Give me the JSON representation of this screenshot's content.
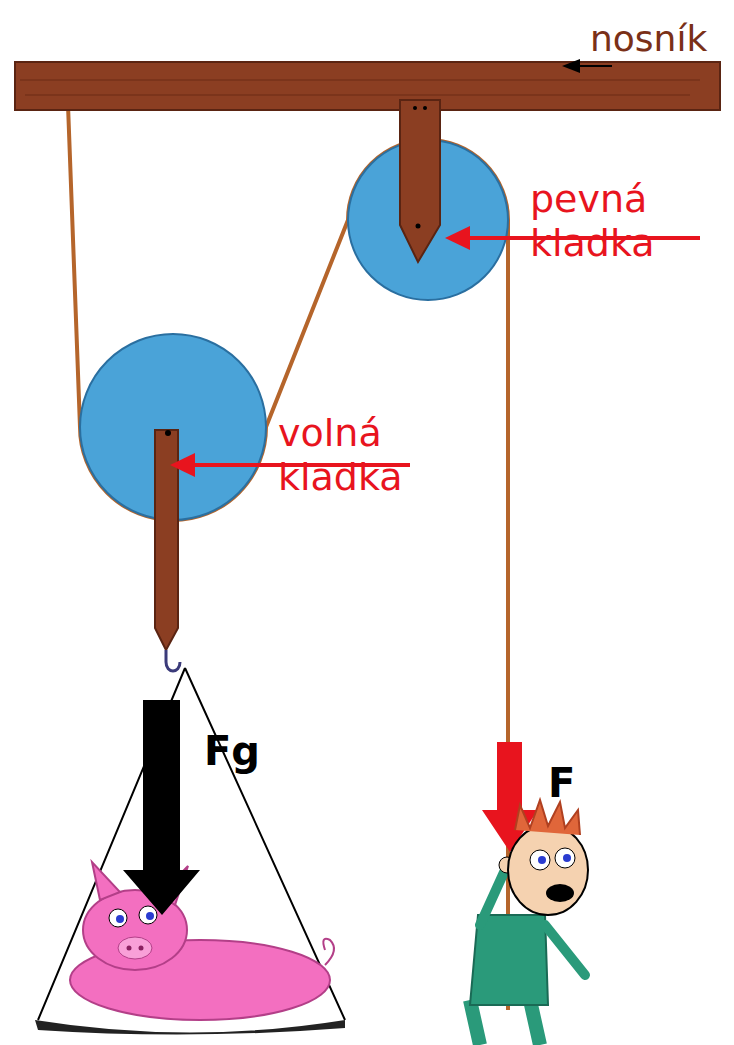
{
  "diagram": {
    "labels": [
      "nosník",
      "pevná kladka",
      "volná kladka",
      "Fg",
      "F"
    ]
  }
}
